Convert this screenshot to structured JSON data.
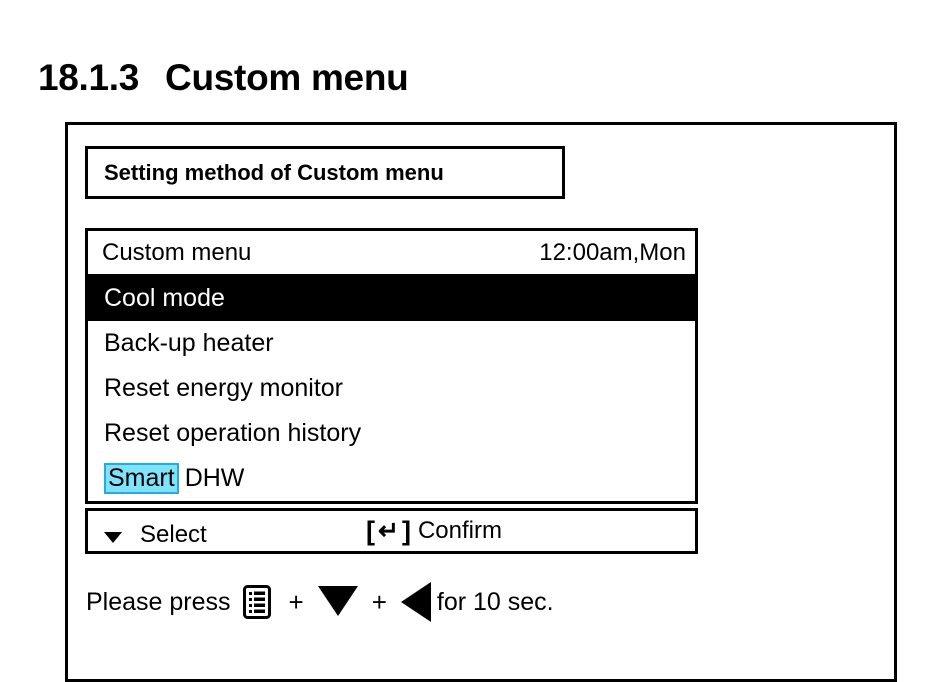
{
  "heading": {
    "number": "18.1.3",
    "title": "Custom menu"
  },
  "caption": {
    "text": "Setting method of Custom menu"
  },
  "lcd": {
    "titlebar": {
      "left": "Custom menu",
      "right": "12:00am,Mon"
    },
    "rows": [
      {
        "label": "Cool mode",
        "selected": true
      },
      {
        "label": "Back-up heater",
        "selected": false
      },
      {
        "label": "Reset energy monitor",
        "selected": false
      },
      {
        "label": "Reset operation history",
        "selected": false
      }
    ],
    "highlight_row": {
      "highlight_token": "Smart",
      "rest": "DHW"
    },
    "footer": {
      "select_label": "Select",
      "bracket_open": "[",
      "enter_glyph": "↵",
      "bracket_close": "]",
      "confirm_label": "Confirm"
    }
  },
  "instruction": {
    "lead": "Please press",
    "plus1": "+",
    "plus2": "+",
    "trailing": "for 10 sec.",
    "icons": [
      "menu-list-icon",
      "arrow-down-icon",
      "arrow-left-icon"
    ]
  },
  "colors": {
    "highlight_fill": "#7fe4fb",
    "highlight_border": "#27a9e1",
    "selected_row_bg": "#000000",
    "selected_row_fg": "#ffffff",
    "ink": "#000000",
    "paper": "#ffffff"
  }
}
